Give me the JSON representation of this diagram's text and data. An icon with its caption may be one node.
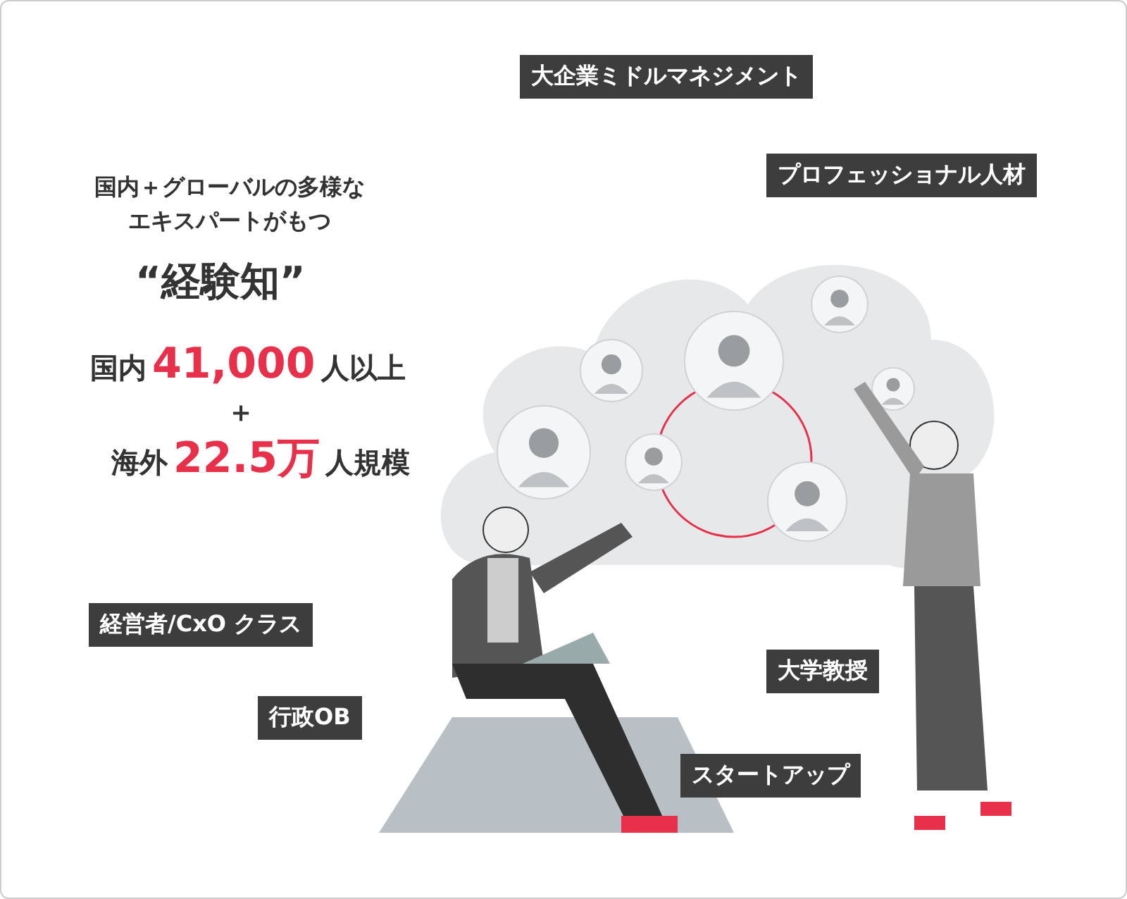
{
  "diagram": {
    "nodes": [
      {
        "text": [
          "大企業ミドルマネジメント"
        ]
      },
      {
        "text": [
          "プロフェッショナル人材"
        ]
      },
      {
        "text": [
          "経営者/CxO クラス"
        ]
      },
      {
        "text": [
          "大学教授"
        ]
      },
      {
        "text": [
          "行政OB"
        ]
      },
      {
        "text": [
          "スタートアップ"
        ]
      }
    ],
    "edges": [],
    "labels": [
      "国内＋グローバルの多様なエキスパートがもつ",
      "“経験知”",
      "国内",
      "41,000",
      "人以上",
      "＋",
      "海外",
      "22.5万",
      "人規模"
    ]
  }
}
